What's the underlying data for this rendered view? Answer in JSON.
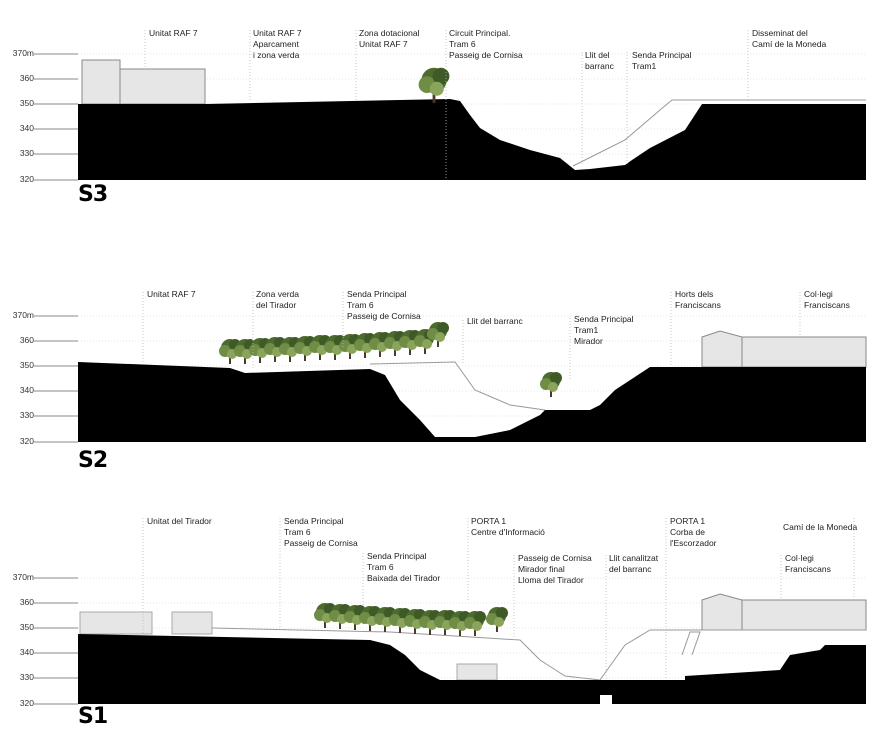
{
  "sections": [
    {
      "name": "S3",
      "ticks": [
        "370m",
        "360",
        "350",
        "340",
        "330",
        "320"
      ],
      "labels": [
        "Unitat RAF 7",
        "Unitat RAF 7\nAparcament\ni zona verda",
        "Zona dotacional\nUnitat RAF 7",
        "Circuit Principal.\nTram 6\nPasseig de Cornisa",
        "Llit del\nbarranc",
        "Senda Principal\nTram1",
        "Disseminat del\nCamí de la Moneda"
      ]
    },
    {
      "name": "S2",
      "ticks": [
        "370m",
        "360",
        "350",
        "340",
        "330",
        "320"
      ],
      "labels": [
        "Unitat RAF 7",
        "Zona verda\ndel Tirador",
        "Senda Principal\nTram 6\nPasseig de Cornisa",
        "Llit del barranc",
        "Senda Principal\nTram1\nMirador",
        "Horts dels\nFranciscans",
        "Col·legi\nFranciscans"
      ]
    },
    {
      "name": "S1",
      "ticks": [
        "370m",
        "360",
        "350",
        "340",
        "330",
        "320"
      ],
      "labels": [
        "Unitat del Tirador",
        "Senda Principal\nTram 6\nPasseig de Cornisa",
        "Senda Principal\nTram 6\nBaixada del Tirador",
        "PORTA 1\nCentre d'Informació",
        "Passeig de Cornisa\nMirador final\nLloma del Tirador",
        "Llit canalitzat\ndel barranc",
        "PORTA 1\nCorba de\nl'Escorzador",
        "Camí de la Moneda",
        "Col·legi\nFranciscans"
      ]
    }
  ]
}
